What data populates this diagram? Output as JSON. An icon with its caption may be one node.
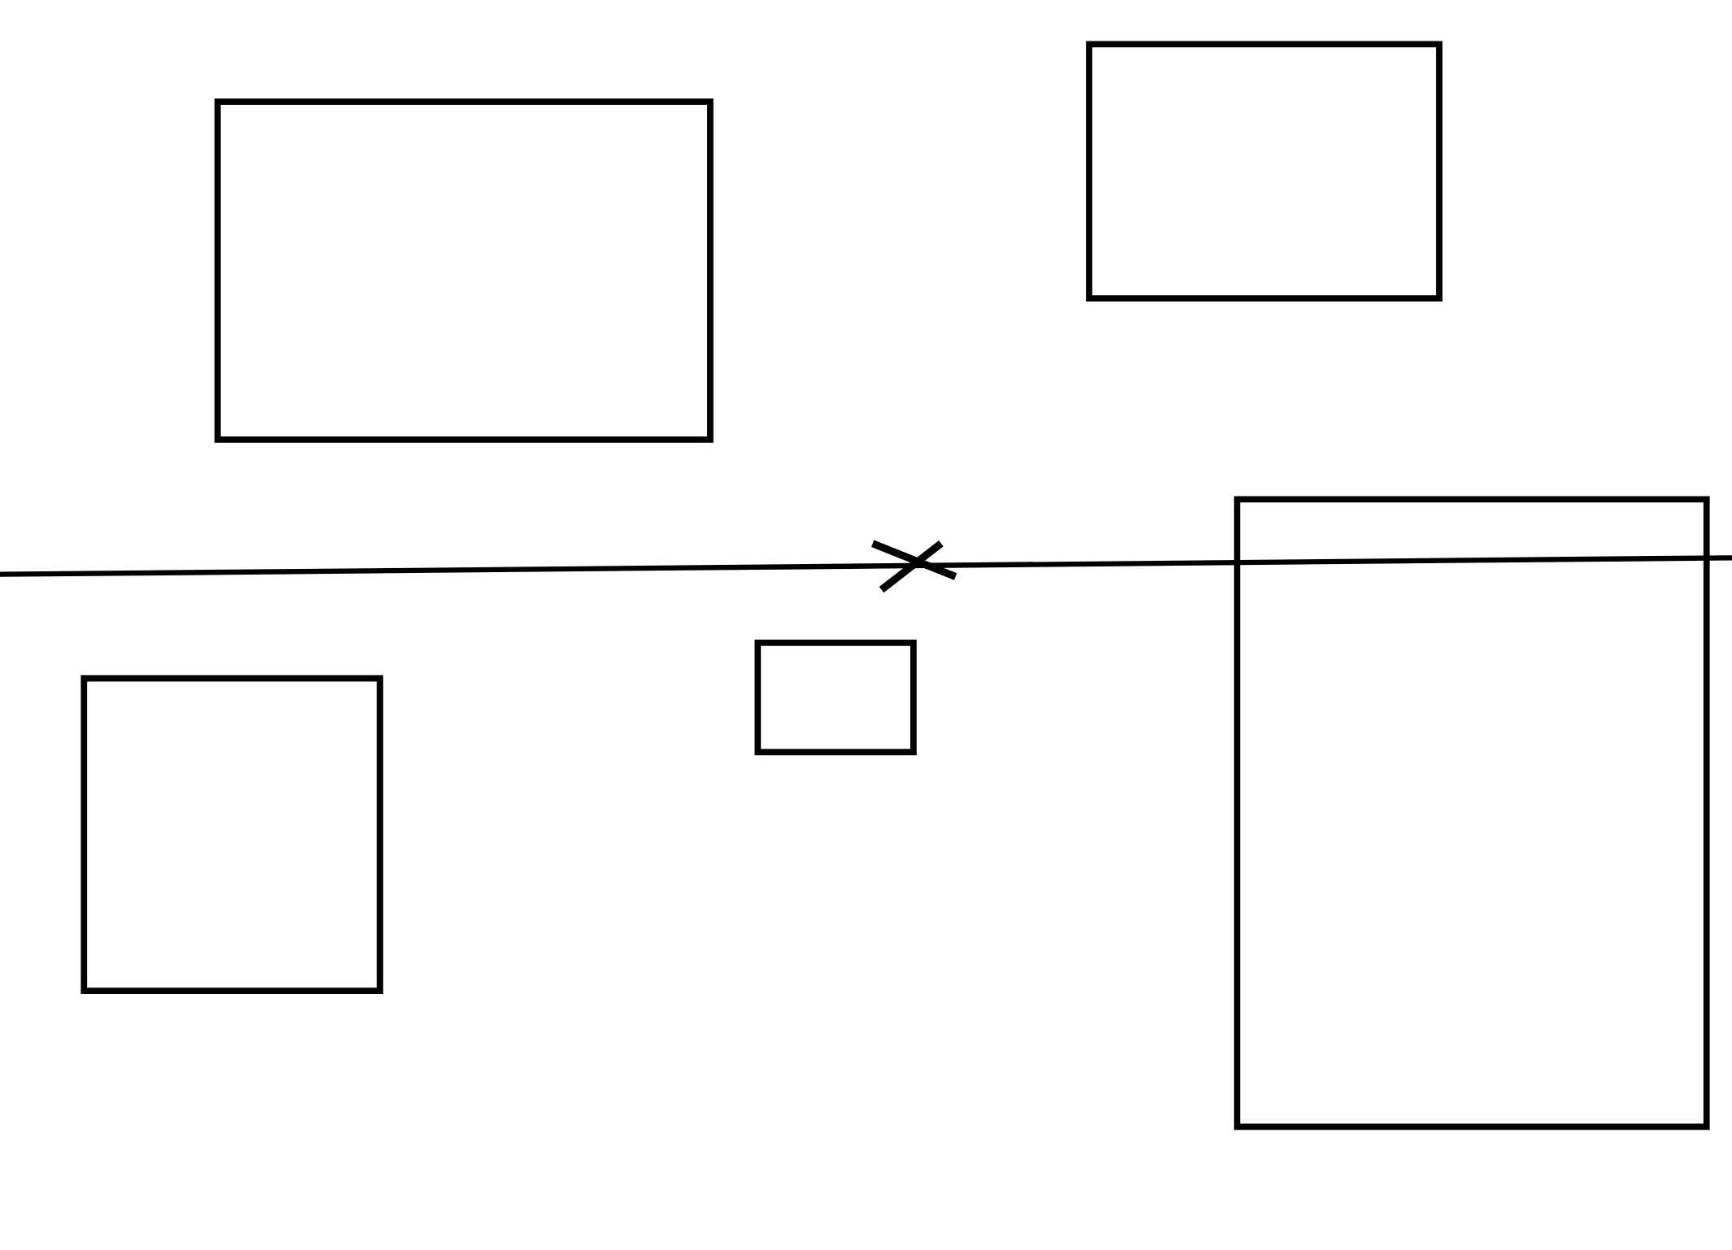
{
  "diagram": {
    "nodes": [
      {
        "text": [],
        "shape": "box"
      },
      {
        "text": [],
        "shape": "box"
      },
      {
        "text": [],
        "shape": "box"
      },
      {
        "text": [],
        "shape": "box"
      },
      {
        "text": [],
        "shape": "box"
      }
    ]
  }
}
